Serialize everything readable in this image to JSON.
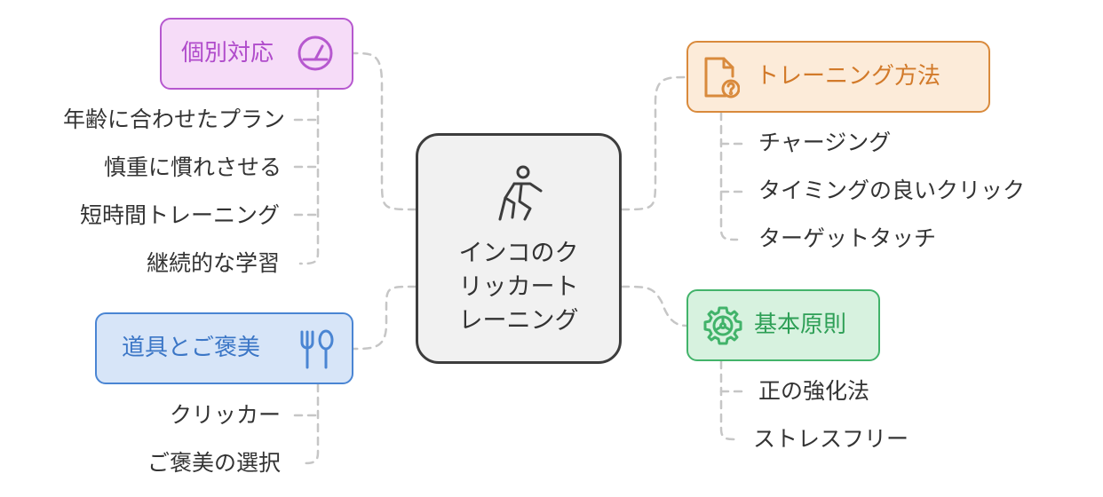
{
  "center": {
    "title": "インコのク\nリッカート\nレーニング",
    "icon": "person-push-icon"
  },
  "branches": {
    "individual": {
      "label": "個別対応",
      "icon": "gauge-icon",
      "color": "#b658cf",
      "items": [
        "年齢に合わせたプラン",
        "慎重に慣れさせる",
        "短時間トレーニング",
        "継続的な学習"
      ]
    },
    "training": {
      "label": "トレーニング方法",
      "icon": "file-question-icon",
      "color": "#d98a3c",
      "items": [
        "チャージング",
        "タイミングの良いクリック",
        "ターゲットタッチ"
      ]
    },
    "tools": {
      "label": "道具とご褒美",
      "icon": "utensils-icon",
      "color": "#4a85d3",
      "items": [
        "クリッカー",
        "ご褒美の選択"
      ]
    },
    "basics": {
      "label": "基本原則",
      "icon": "gear-icon",
      "color": "#42b36a",
      "items": [
        "正の強化法",
        "ストレスフリー"
      ]
    }
  }
}
